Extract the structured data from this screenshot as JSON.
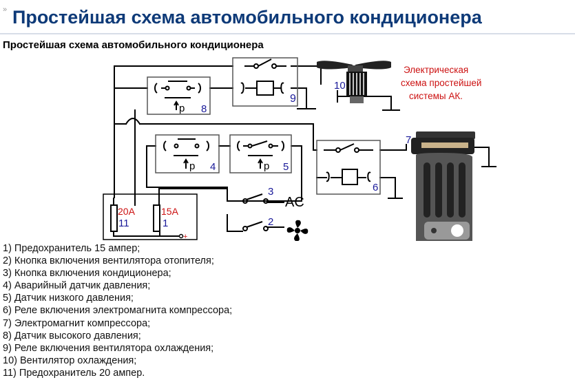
{
  "page": {
    "title": "Простейшая схема автомобильного кондиционера",
    "subtitle": "Простейшая схема автомобильного кондиционера"
  },
  "diagram": {
    "caption_lines": [
      "Электрическая",
      "схема простейшей",
      "системы АК."
    ],
    "component_numbers": {
      "c10": "10",
      "c9": "9",
      "c8": "8",
      "c7": "7",
      "c6": "6",
      "c5": "5",
      "c4": "4",
      "c3": "3",
      "c2": "2",
      "c1": "1",
      "c11": "11"
    },
    "sensor_labels": {
      "s8": "р",
      "s4": "р",
      "s5": "р"
    },
    "fuse_ratings": {
      "f11": "20А",
      "f1": "15А"
    },
    "ac_label": "AC",
    "plus_sign": "+"
  },
  "legend": [
    "1) Предохранитель 15 ампер;",
    "2) Кнопка включения вентилятора отопителя;",
    "3) Кнопка включения кондиционера;",
    "4) Аварийный датчик давления;",
    "5) Датчик низкого давления;",
    "6) Реле включения электромагнита компрессора;",
    "7) Электромагнит компрессора;",
    "8) Датчик высокого давления;",
    "9) Реле включения вентилятора охлаждения;",
    "10) Вентилятор охлаждения;",
    "11) Предохранитель 20 ампер."
  ],
  "colors": {
    "title": "#0e3a78",
    "caption": "#cc1111",
    "number": "#1a1a99",
    "wire": "#000000"
  }
}
